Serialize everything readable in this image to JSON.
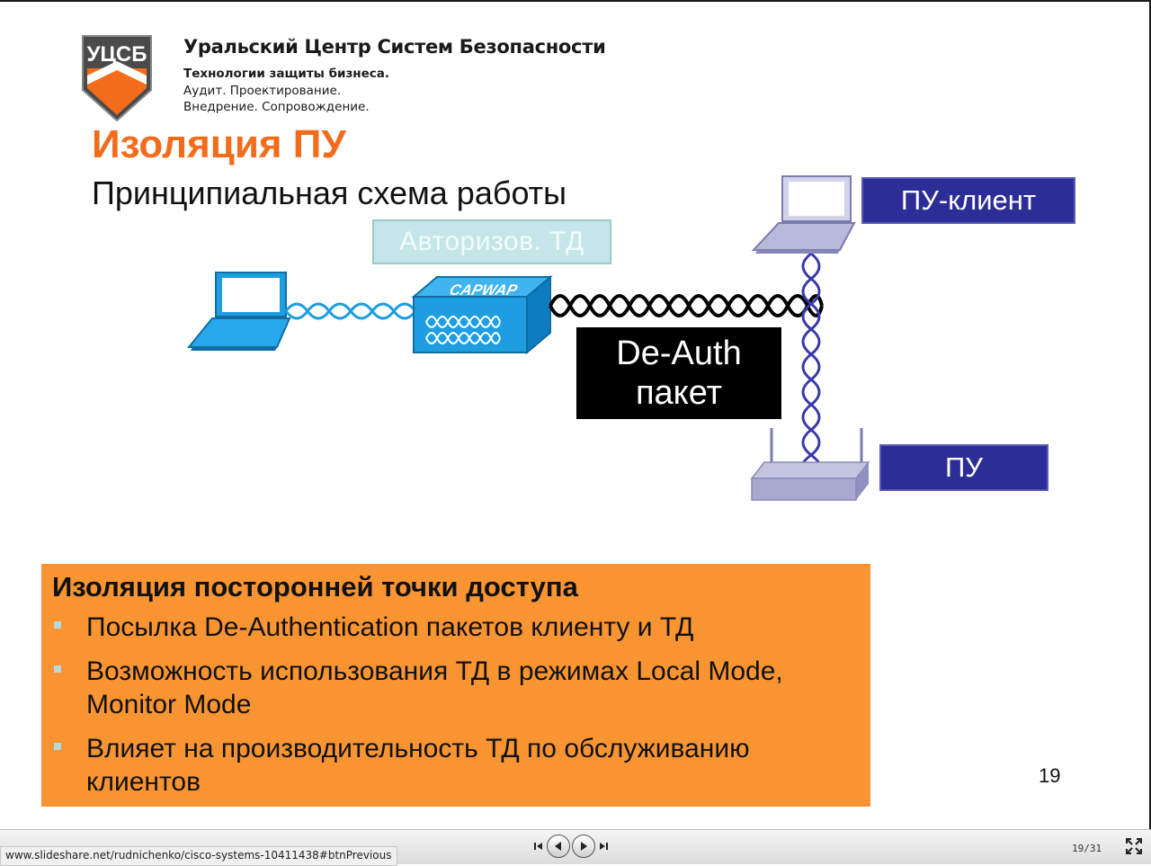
{
  "logo": {
    "text": "УЦСБ",
    "colors": {
      "orange": "#f26c1c",
      "gray": "#4a4a4a"
    }
  },
  "company": {
    "name": "Уральский Центр Систем Безопасности",
    "tagline": "Технологии защиты бизнеса.",
    "services_line1": "Аудит. Проектирование.",
    "services_line2": "Внедрение. Сопровождение."
  },
  "slide": {
    "title": "Изоляция ПУ",
    "subtitle": "Принципиальная схема работы"
  },
  "diagram": {
    "auth_ap_label": "Авторизов.  ТД",
    "capwap_label": "CAPWAP",
    "client_label": "ПУ-клиент",
    "rogue_ap_label": "ПУ",
    "deauth_line1": "De-Auth",
    "deauth_line2": "пакет"
  },
  "panel": {
    "heading": "Изоляция посторонней точки доступа",
    "bullets": [
      "Посылка De-Authentication пакетов клиенту и ТД",
      "Возможность использования ТД в режимах Local Mode, Monitor Mode",
      "Влияет на производительность ТД по обслуживанию клиентов"
    ]
  },
  "page_number": "19",
  "viewer": {
    "status_url": "www.slideshare.net/rudnichenko/cisco-systems-10411438#btnPrevious",
    "page_counter": "19/31",
    "icons": [
      "first-slide-icon",
      "previous-icon",
      "next-icon",
      "last-slide-icon",
      "fullscreen-icon"
    ]
  },
  "colors": {
    "accent": "#f26c1c",
    "panel": "#f99433",
    "label_blue": "#2d2d98",
    "device_blue": "#1e9ee0"
  }
}
